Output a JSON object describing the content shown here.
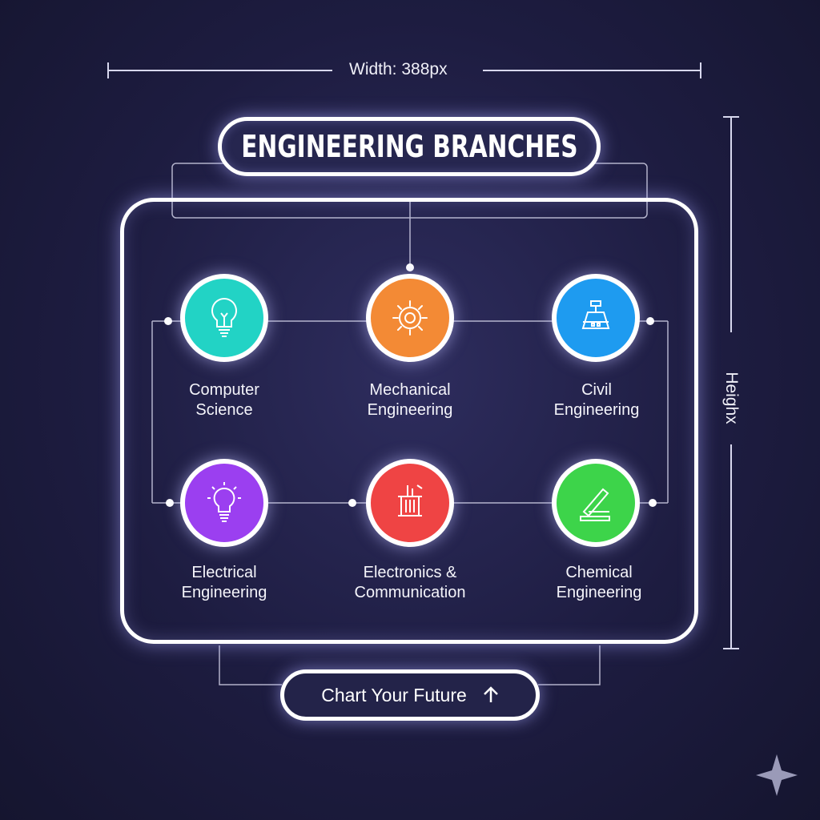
{
  "dimension_width": "Width: 388px",
  "dimension_height": "Heighx",
  "title": "ENGINEERING BRANCHES",
  "branches": [
    {
      "line1": "Computer",
      "line2": "Science",
      "color": "#22d3c5",
      "icon": "lightbulb-icon"
    },
    {
      "line1": "Mechanical",
      "line2": "Engineering",
      "color": "#f38a35",
      "icon": "gear-icon"
    },
    {
      "line1": "Civil",
      "line2": "Engineering",
      "color": "#1e9bf0",
      "icon": "structure-icon"
    },
    {
      "line1": "Electrical",
      "line2": "Engineering",
      "color": "#9b3ff0",
      "icon": "lightbulb-icon"
    },
    {
      "line1": "Electronics &",
      "line2": "Communication",
      "color": "#ef4444",
      "icon": "component-icon"
    },
    {
      "line1": "Chemical",
      "line2": "Engineering",
      "color": "#3dd44a",
      "icon": "flask-icon"
    }
  ],
  "cta": {
    "label": "Chart Your Future",
    "icon": "arrow-up-icon"
  }
}
